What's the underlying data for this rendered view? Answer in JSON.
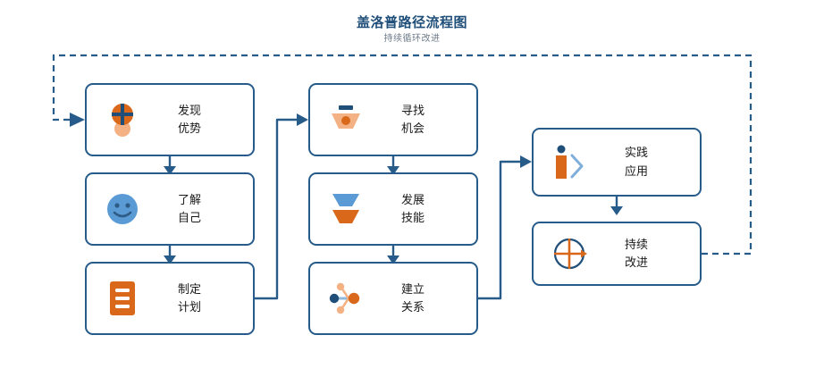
{
  "header": {
    "title": "盖洛普路径流程图",
    "subtitle": "持续循环改进"
  },
  "colors": {
    "border": "#265B8A",
    "title": "#1F4E79",
    "subtitle": "#6E7C8A",
    "connector": "#265B8A",
    "accent_orange": "#D9681B",
    "accent_orange_light": "#F2B183",
    "accent_blue": "#5B9BD5",
    "accent_blue_dark": "#1F4E79",
    "text": "#1A1A1A",
    "background": "#FFFFFF"
  },
  "flow": {
    "nodes": [
      {
        "id": "discover-strengths",
        "line1": "发现",
        "line2": "优势",
        "icon": "person-plus-icon",
        "column": 1,
        "row": 1
      },
      {
        "id": "know-yourself",
        "line1": "了解",
        "line2": "自己",
        "icon": "smiley-face-icon",
        "column": 1,
        "row": 2
      },
      {
        "id": "make-plan",
        "line1": "制定",
        "line2": "计划",
        "icon": "document-list-icon",
        "column": 1,
        "row": 3
      },
      {
        "id": "seek-opportunity",
        "line1": "寻找",
        "line2": "机会",
        "icon": "funnel-dot-icon",
        "column": 2,
        "row": 1
      },
      {
        "id": "develop-skills",
        "line1": "发展",
        "line2": "技能",
        "icon": "double-funnel-icon",
        "column": 2,
        "row": 2
      },
      {
        "id": "build-relationships",
        "line1": "建立",
        "line2": "关系",
        "icon": "network-nodes-icon",
        "column": 2,
        "row": 3
      },
      {
        "id": "practice-apply",
        "line1": "实践",
        "line2": "应用",
        "icon": "person-chevron-icon",
        "column": 3,
        "row": 1
      },
      {
        "id": "continuous-improvement",
        "line1": "持续",
        "line2": "改进",
        "icon": "circle-plus-icon",
        "column": 3,
        "row": 2
      }
    ],
    "edges": [
      {
        "from": "discover-strengths",
        "to": "know-yourself",
        "style": "solid"
      },
      {
        "from": "know-yourself",
        "to": "make-plan",
        "style": "solid"
      },
      {
        "from": "make-plan",
        "to": "seek-opportunity",
        "style": "solid"
      },
      {
        "from": "seek-opportunity",
        "to": "develop-skills",
        "style": "solid"
      },
      {
        "from": "develop-skills",
        "to": "build-relationships",
        "style": "solid"
      },
      {
        "from": "build-relationships",
        "to": "practice-apply",
        "style": "solid"
      },
      {
        "from": "practice-apply",
        "to": "continuous-improvement",
        "style": "solid"
      },
      {
        "from": "continuous-improvement",
        "to": "discover-strengths",
        "style": "dashed"
      }
    ]
  }
}
